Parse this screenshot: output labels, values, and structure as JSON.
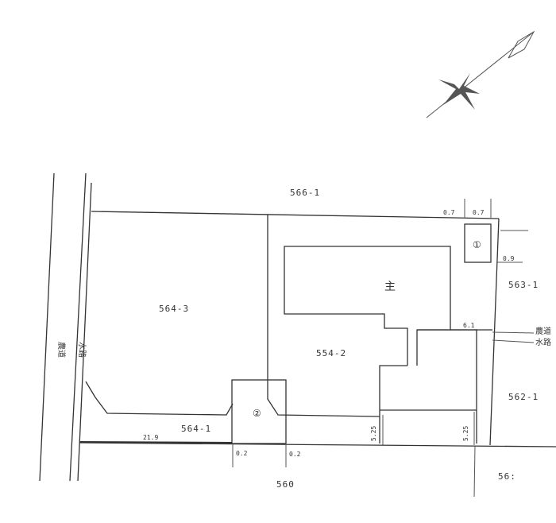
{
  "parcels": {
    "north": "566-1",
    "main_left": "564-3",
    "main_right": "554-2",
    "east_upper": "563-1",
    "east_lower": "562-1",
    "south_strip": "564-1",
    "south": "560",
    "south_east": "56:"
  },
  "building": {
    "main": "主",
    "marker_1": "①",
    "marker_2": "②"
  },
  "dimensions": {
    "top_left": "0.7",
    "top_right": "0.7",
    "east": "0.9",
    "house_east": "6.1",
    "south_length": "21.9",
    "offset_left": "0.2",
    "offset_right": "0.2",
    "height_left": "5.25",
    "height_right": "5.25"
  },
  "roads": {
    "farm_road": "農道",
    "waterway": "水路",
    "farm_road_east": "農道",
    "waterway_east": "水路"
  },
  "compass": {
    "icon": "north-arrow-compass-rose"
  }
}
